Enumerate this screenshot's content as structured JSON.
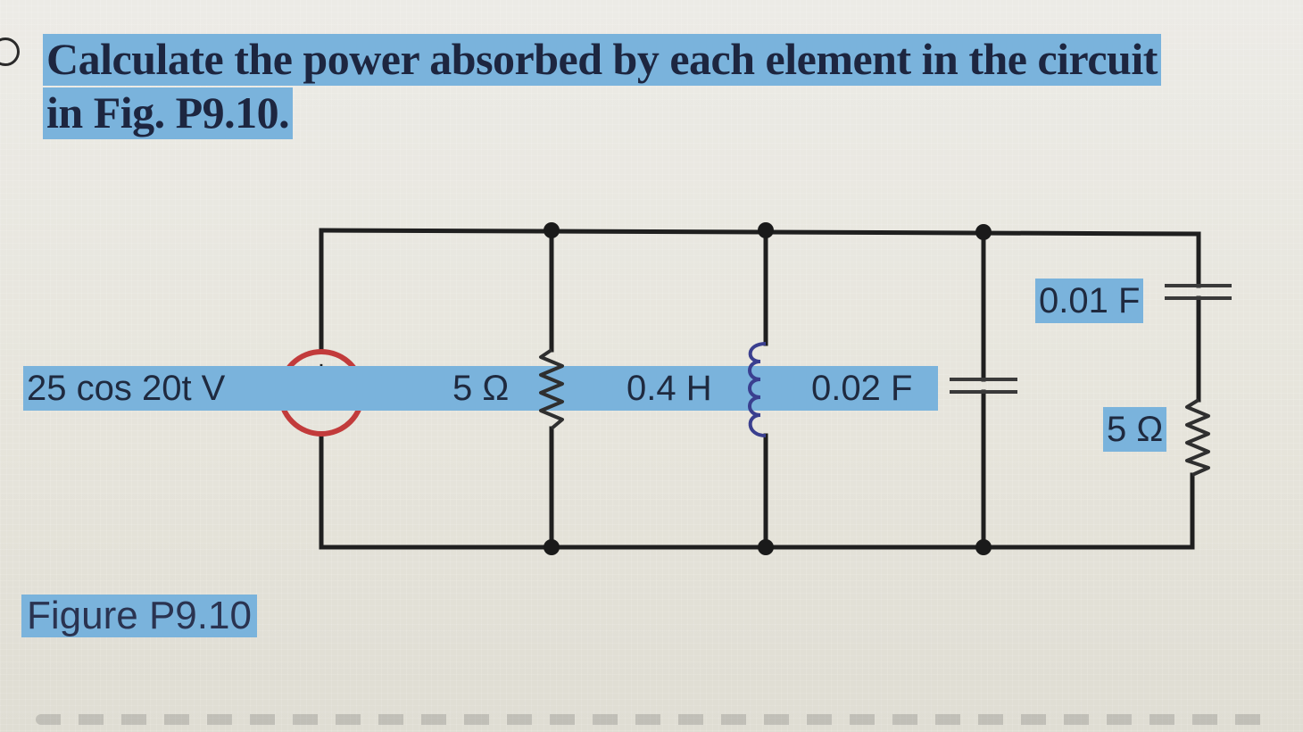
{
  "question": {
    "line1": "Calculate the power absorbed by each element in the circuit",
    "line2": "in Fig. P9.10."
  },
  "circuit": {
    "source_label": "25 cos 20t V",
    "source_plus": "+",
    "source_minus": "−",
    "resistor1_label": "5 Ω",
    "inductor_label": "0.4 H",
    "capacitor1_label": "0.02 F",
    "capacitor2_label": "0.01 F",
    "resistor2_label": "5 Ω"
  },
  "figure_label": "Figure P9.10",
  "colors": {
    "highlight": "#7ab3dc",
    "wire": "#1f1f1f",
    "source_circle": "#c23b3b",
    "inductor": "#3a3f8f",
    "resistor": "#2f2f2f"
  }
}
